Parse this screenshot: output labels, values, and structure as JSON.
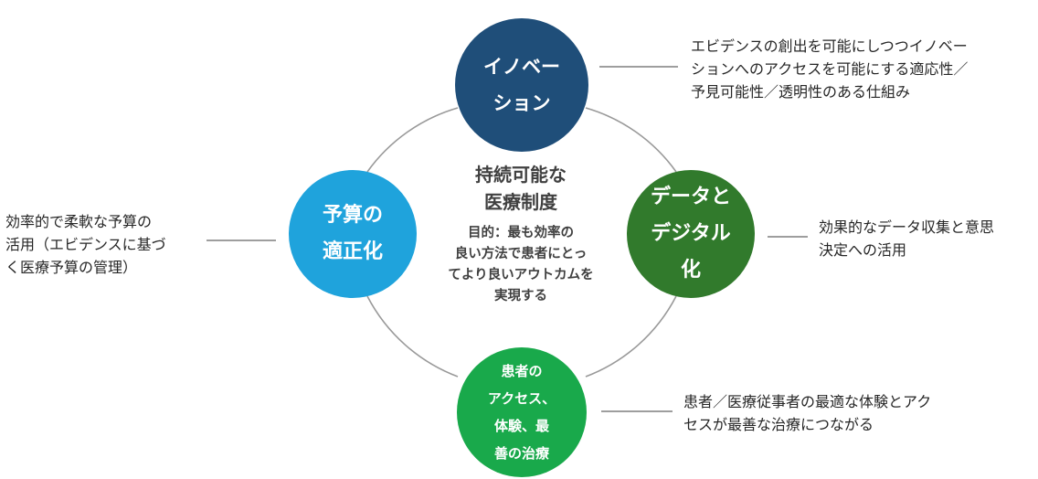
{
  "diagram": {
    "center": {
      "title": "持続可能な\n医療制度",
      "purpose": "目的：最も効率の\n良い方法で患者にとっ\nてより良いアウトカムを\n実現する"
    },
    "nodes": {
      "top": {
        "label": "イノベー\nション",
        "color": "#1f4e79"
      },
      "left": {
        "label": "予算の\n適正化",
        "color": "#1fa3dc"
      },
      "right": {
        "label": "データと\nデジタル\n化",
        "color": "#317a2c"
      },
      "bottom": {
        "label": "患者の\nアクセス、\n体験、最\n善の治療",
        "color": "#19a94b"
      }
    },
    "annotations": {
      "top": "エビデンスの創出を可能にしつつイノベー\nションへのアクセスを可能にする適応性／\n予見可能性／透明性のある仕組み",
      "right": "効果的なデータ収集と意思\n決定への活用",
      "left": "効率的で柔軟な予算の\n活用（エビデンスに基づ\nく医療予算の管理）",
      "bottom": "患者／医療従事者の最適な体験とアク\nセスが最善な治療につながる"
    }
  }
}
